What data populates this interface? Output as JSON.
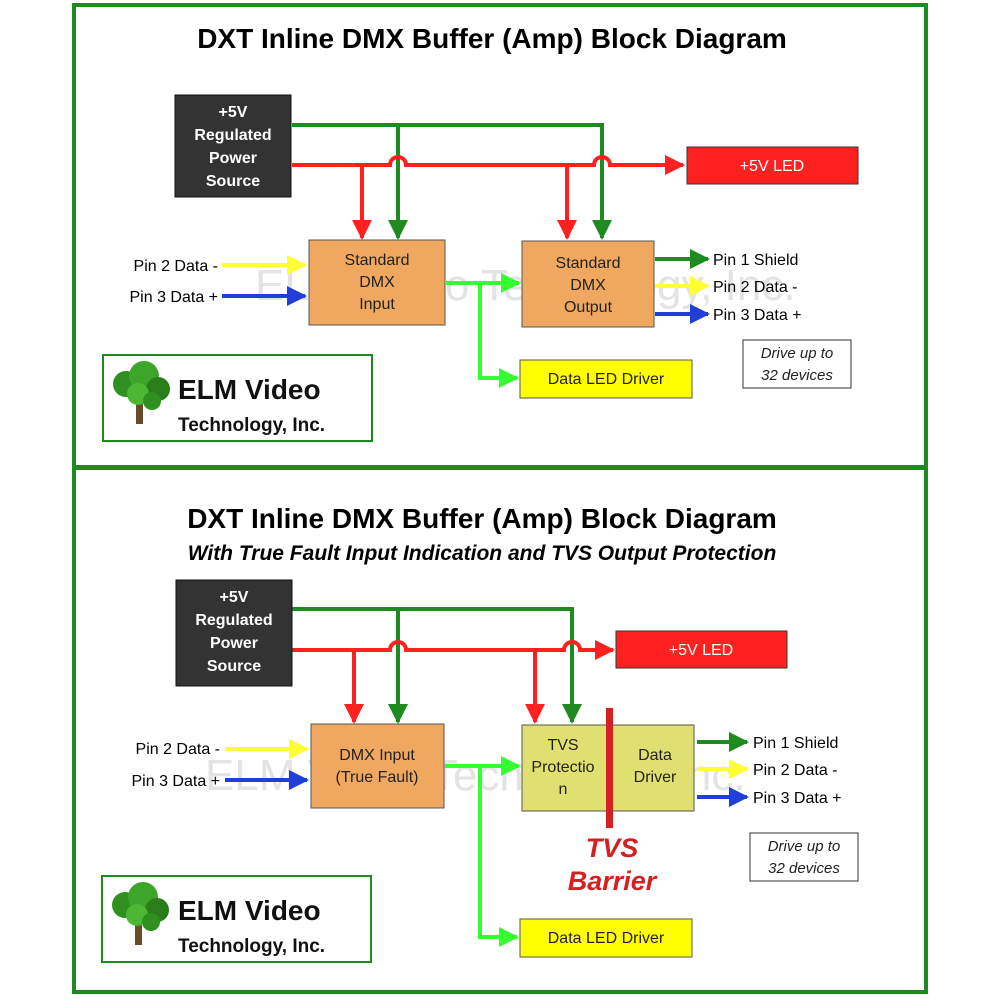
{
  "top": {
    "title": "DXT Inline DMX Buffer (Amp) Block Diagram",
    "power_source": [
      "+5V",
      "Regulated",
      "Power",
      "Source"
    ],
    "led_5v": "+5V LED",
    "input_block": [
      "Standard",
      "DMX",
      "Input"
    ],
    "output_block": [
      "Standard",
      "DMX",
      "Output"
    ],
    "data_led_driver": "Data LED Driver",
    "in_pin2": "Pin 2 Data -",
    "in_pin3": "Pin 3 Data +",
    "out_pin1": "Pin 1 Shield",
    "out_pin2": "Pin 2 Data -",
    "out_pin3": "Pin 3 Data +",
    "drive_note": [
      "Drive up to",
      "32 devices"
    ],
    "logo": {
      "name": "ELM Video",
      "sub": "Technology, Inc."
    },
    "watermark": "ELM Video Technology, Inc."
  },
  "bottom": {
    "title": "DXT Inline DMX Buffer (Amp) Block Diagram",
    "subtitle": "With True Fault Input Indication and TVS Output Protection",
    "power_source": [
      "+5V",
      "Regulated",
      "Power",
      "Source"
    ],
    "led_5v": "+5V LED",
    "input_block": [
      "DMX Input",
      "(True Fault)"
    ],
    "tvs_block": [
      "TVS",
      "Protectio",
      "n"
    ],
    "driver_block": [
      "Data",
      "Driver"
    ],
    "barrier_label": [
      "TVS",
      "Barrier"
    ],
    "data_led_driver": "Data LED Driver",
    "in_pin2": "Pin 2 Data -",
    "in_pin3": "Pin 3 Data +",
    "out_pin1": "Pin 1 Shield",
    "out_pin2": "Pin 2 Data -",
    "out_pin3": "Pin 3 Data +",
    "drive_note": [
      "Drive up to",
      "32 devices"
    ],
    "logo": {
      "name": "ELM Video",
      "sub": "Technology, Inc."
    },
    "watermark": "ELM Video Technology, Inc."
  },
  "colors": {
    "border": "#1f8a1f",
    "power_box": "#333333",
    "led_red": "#ff2020",
    "block_orange": "#f0a860",
    "block_khaki": "#e0e070",
    "led_driver_yellow": "#ffff00",
    "wire_red": "#ff2020",
    "wire_green": "#1f8a1f",
    "wire_bright_green": "#33ff33",
    "wire_yellow": "#ffff33",
    "wire_blue": "#1f3fd8",
    "barrier": "#d42020",
    "barrier_text": "#d42020"
  },
  "icons": [
    "arrow-icon",
    "tree-logo-icon"
  ]
}
